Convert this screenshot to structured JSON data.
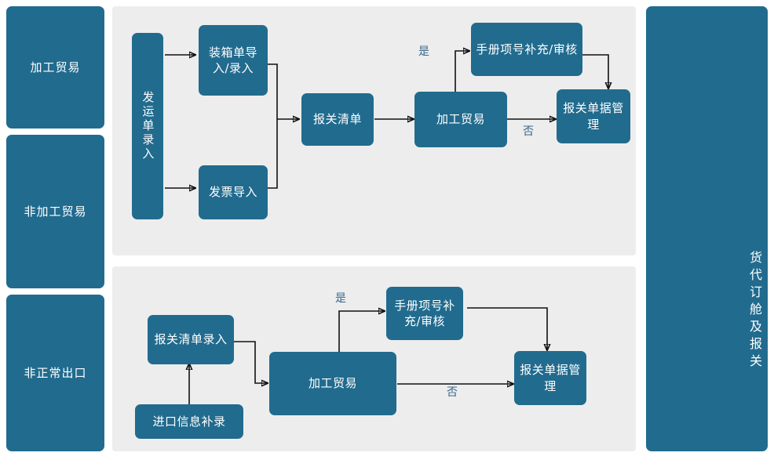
{
  "diagram": {
    "title_right_bar": "货代订舱及报关",
    "colors": {
      "node_fill": "#216b8e",
      "node_text": "#ffffff",
      "panel_bg": "#ededed",
      "page_bg": "#ffffff",
      "edge_label": "#38668a",
      "connector": "#111111"
    },
    "lanes": [
      {
        "label": "加工贸易"
      },
      {
        "label": "非加工贸易"
      },
      {
        "label": "非正常出口"
      }
    ],
    "flow_top": {
      "start": {
        "label": "发运单录入"
      },
      "nodes": [
        {
          "label": "装箱单导入/录入"
        },
        {
          "label": "发票导入"
        },
        {
          "label": "报关清单"
        },
        {
          "label": "加工贸易"
        },
        {
          "label": "手册项号补充/审核"
        },
        {
          "label": "报关单据管理"
        }
      ],
      "edge_labels": [
        {
          "label": "是"
        },
        {
          "label": "否"
        }
      ]
    },
    "flow_bottom": {
      "nodes": [
        {
          "label": "报关清单录入"
        },
        {
          "label": "进口信息补录"
        },
        {
          "label": "加工贸易"
        },
        {
          "label": "手册项号补充/审核"
        },
        {
          "label": "报关单据管理"
        }
      ],
      "edge_labels": [
        {
          "label": "是"
        },
        {
          "label": "否"
        }
      ]
    }
  }
}
